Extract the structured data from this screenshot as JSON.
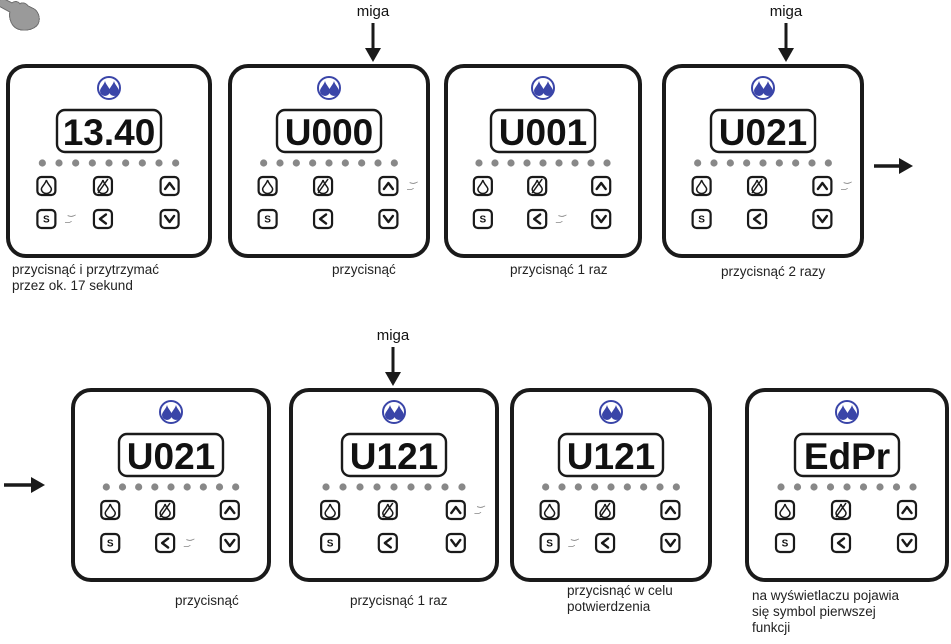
{
  "steps": [
    {
      "display": "13.40",
      "caption_lines": [
        "przycisnąć i przytrzymać",
        "przez ok. 17 sekund"
      ],
      "blink_label": "",
      "pressed": "s"
    },
    {
      "display": "U000",
      "caption_lines": [
        "przycisnąć"
      ],
      "blink_label": "miga",
      "pressed": "up"
    },
    {
      "display": "U001",
      "caption_lines": [
        "przycisnąć 1 raz"
      ],
      "blink_label": "",
      "pressed": "left"
    },
    {
      "display": "U021",
      "caption_lines": [
        "przycisnąć 2 razy"
      ],
      "blink_label": "miga",
      "pressed": "up"
    },
    {
      "display": "U021",
      "caption_lines": [
        "przycisnąć"
      ],
      "blink_label": "",
      "pressed": "left"
    },
    {
      "display": "U121",
      "caption_lines": [
        "przycisnąć 1 raz"
      ],
      "blink_label": "miga",
      "pressed": "up"
    },
    {
      "display": "U121",
      "caption_lines": [
        "przycisnąć w celu",
        "potwierdzenia"
      ],
      "blink_label": "",
      "pressed": "s"
    },
    {
      "display": "EdPr",
      "caption_lines": [
        "na wyświetlaczu pojawia",
        "się symbol pierwszej",
        "funkcji"
      ],
      "blink_label": "",
      "pressed": ""
    }
  ],
  "button_labels": {
    "s": "S"
  },
  "icons": {
    "logo": "water-drops-logo-icon",
    "drop": "drop-icon",
    "drop_off": "drop-crossed-icon",
    "up": "arrow-up-icon",
    "left": "arrow-left-icon",
    "down": "arrow-down-icon",
    "hand": "pointing-hand-icon"
  },
  "colors": {
    "outline": "#1a1a1a",
    "logo": "#3a45a8",
    "indicator": "#888888",
    "hand": "#9a9a9a"
  }
}
